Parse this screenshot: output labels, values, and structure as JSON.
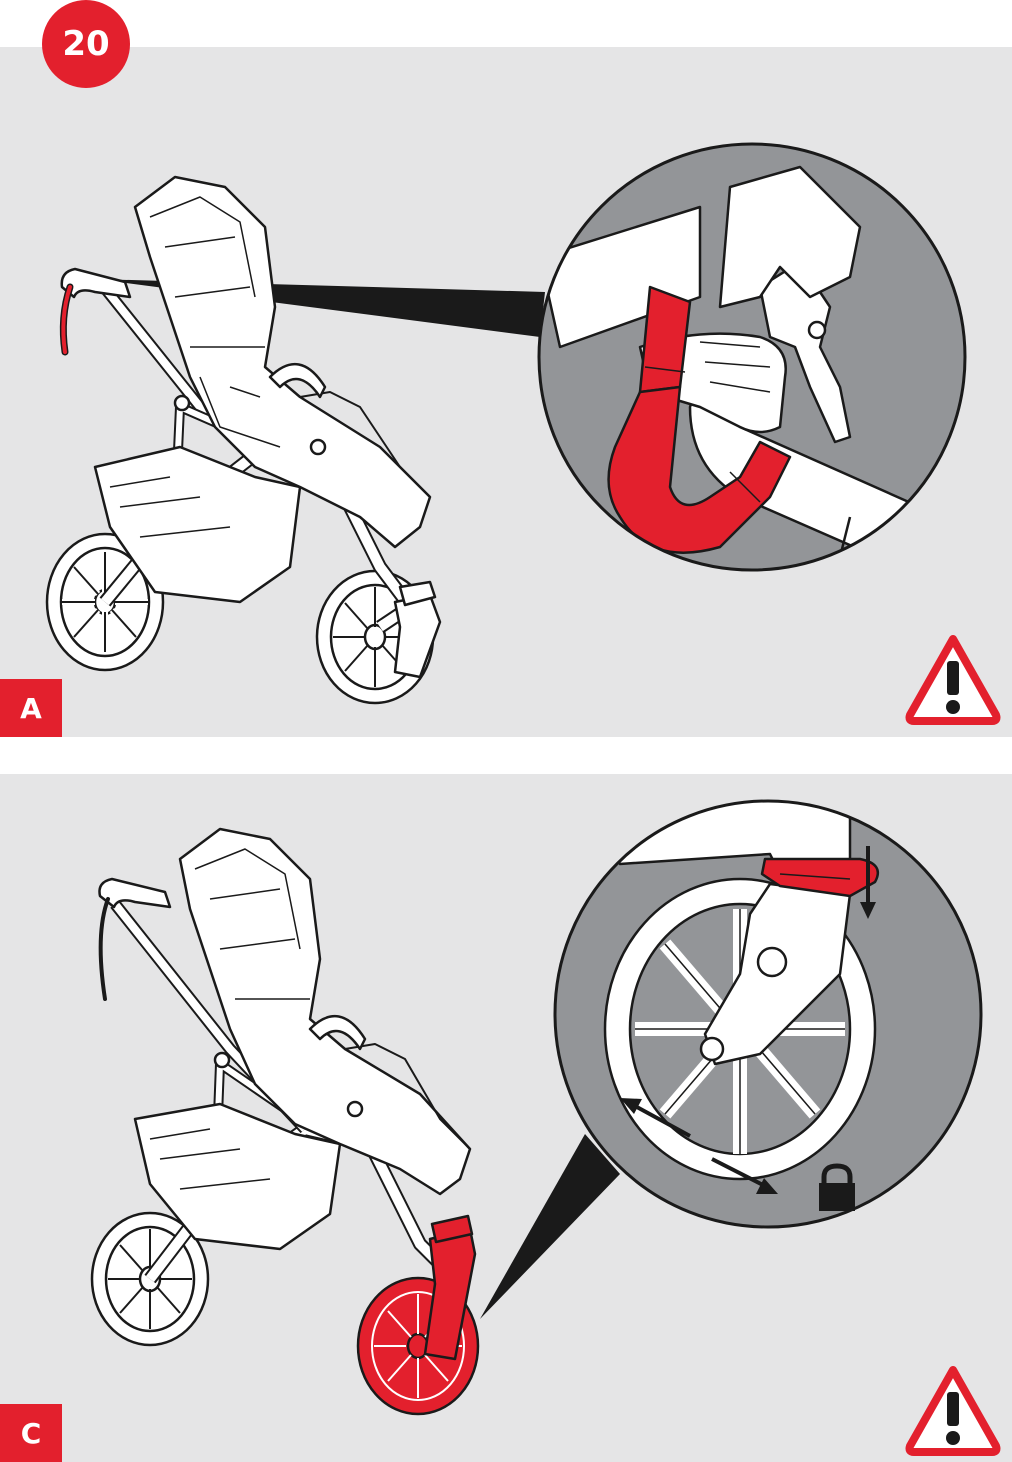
{
  "step_number": "20",
  "panels": [
    {
      "label": "A",
      "icons": [
        "stroller-illustration",
        "wrist-strap-magnifier",
        "warning-icon"
      ]
    },
    {
      "label": "C",
      "icons": [
        "stroller-illustration",
        "front-wheel-lock-magnifier",
        "padlock-icon",
        "warning-icon"
      ]
    }
  ],
  "colors": {
    "accent_red": "#e3202d",
    "panel_bg": "#e5e5e6",
    "magnifier_bg": "#939598",
    "outline": "#1a1a1a"
  }
}
